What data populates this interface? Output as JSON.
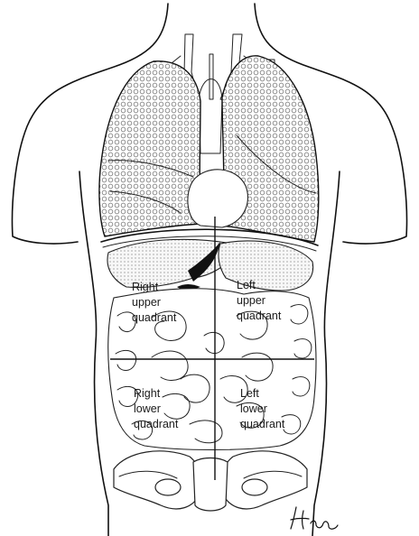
{
  "figure": {
    "quadrant_labels": {
      "right_upper": [
        "Right",
        "upper",
        "quadrant"
      ],
      "left_upper": [
        "Left",
        "upper",
        "quadrant"
      ],
      "right_lower": [
        "Right",
        "lower",
        "quadrant"
      ],
      "left_lower": [
        "Left",
        "lower",
        "quadrant"
      ]
    },
    "signature": "Hina"
  }
}
